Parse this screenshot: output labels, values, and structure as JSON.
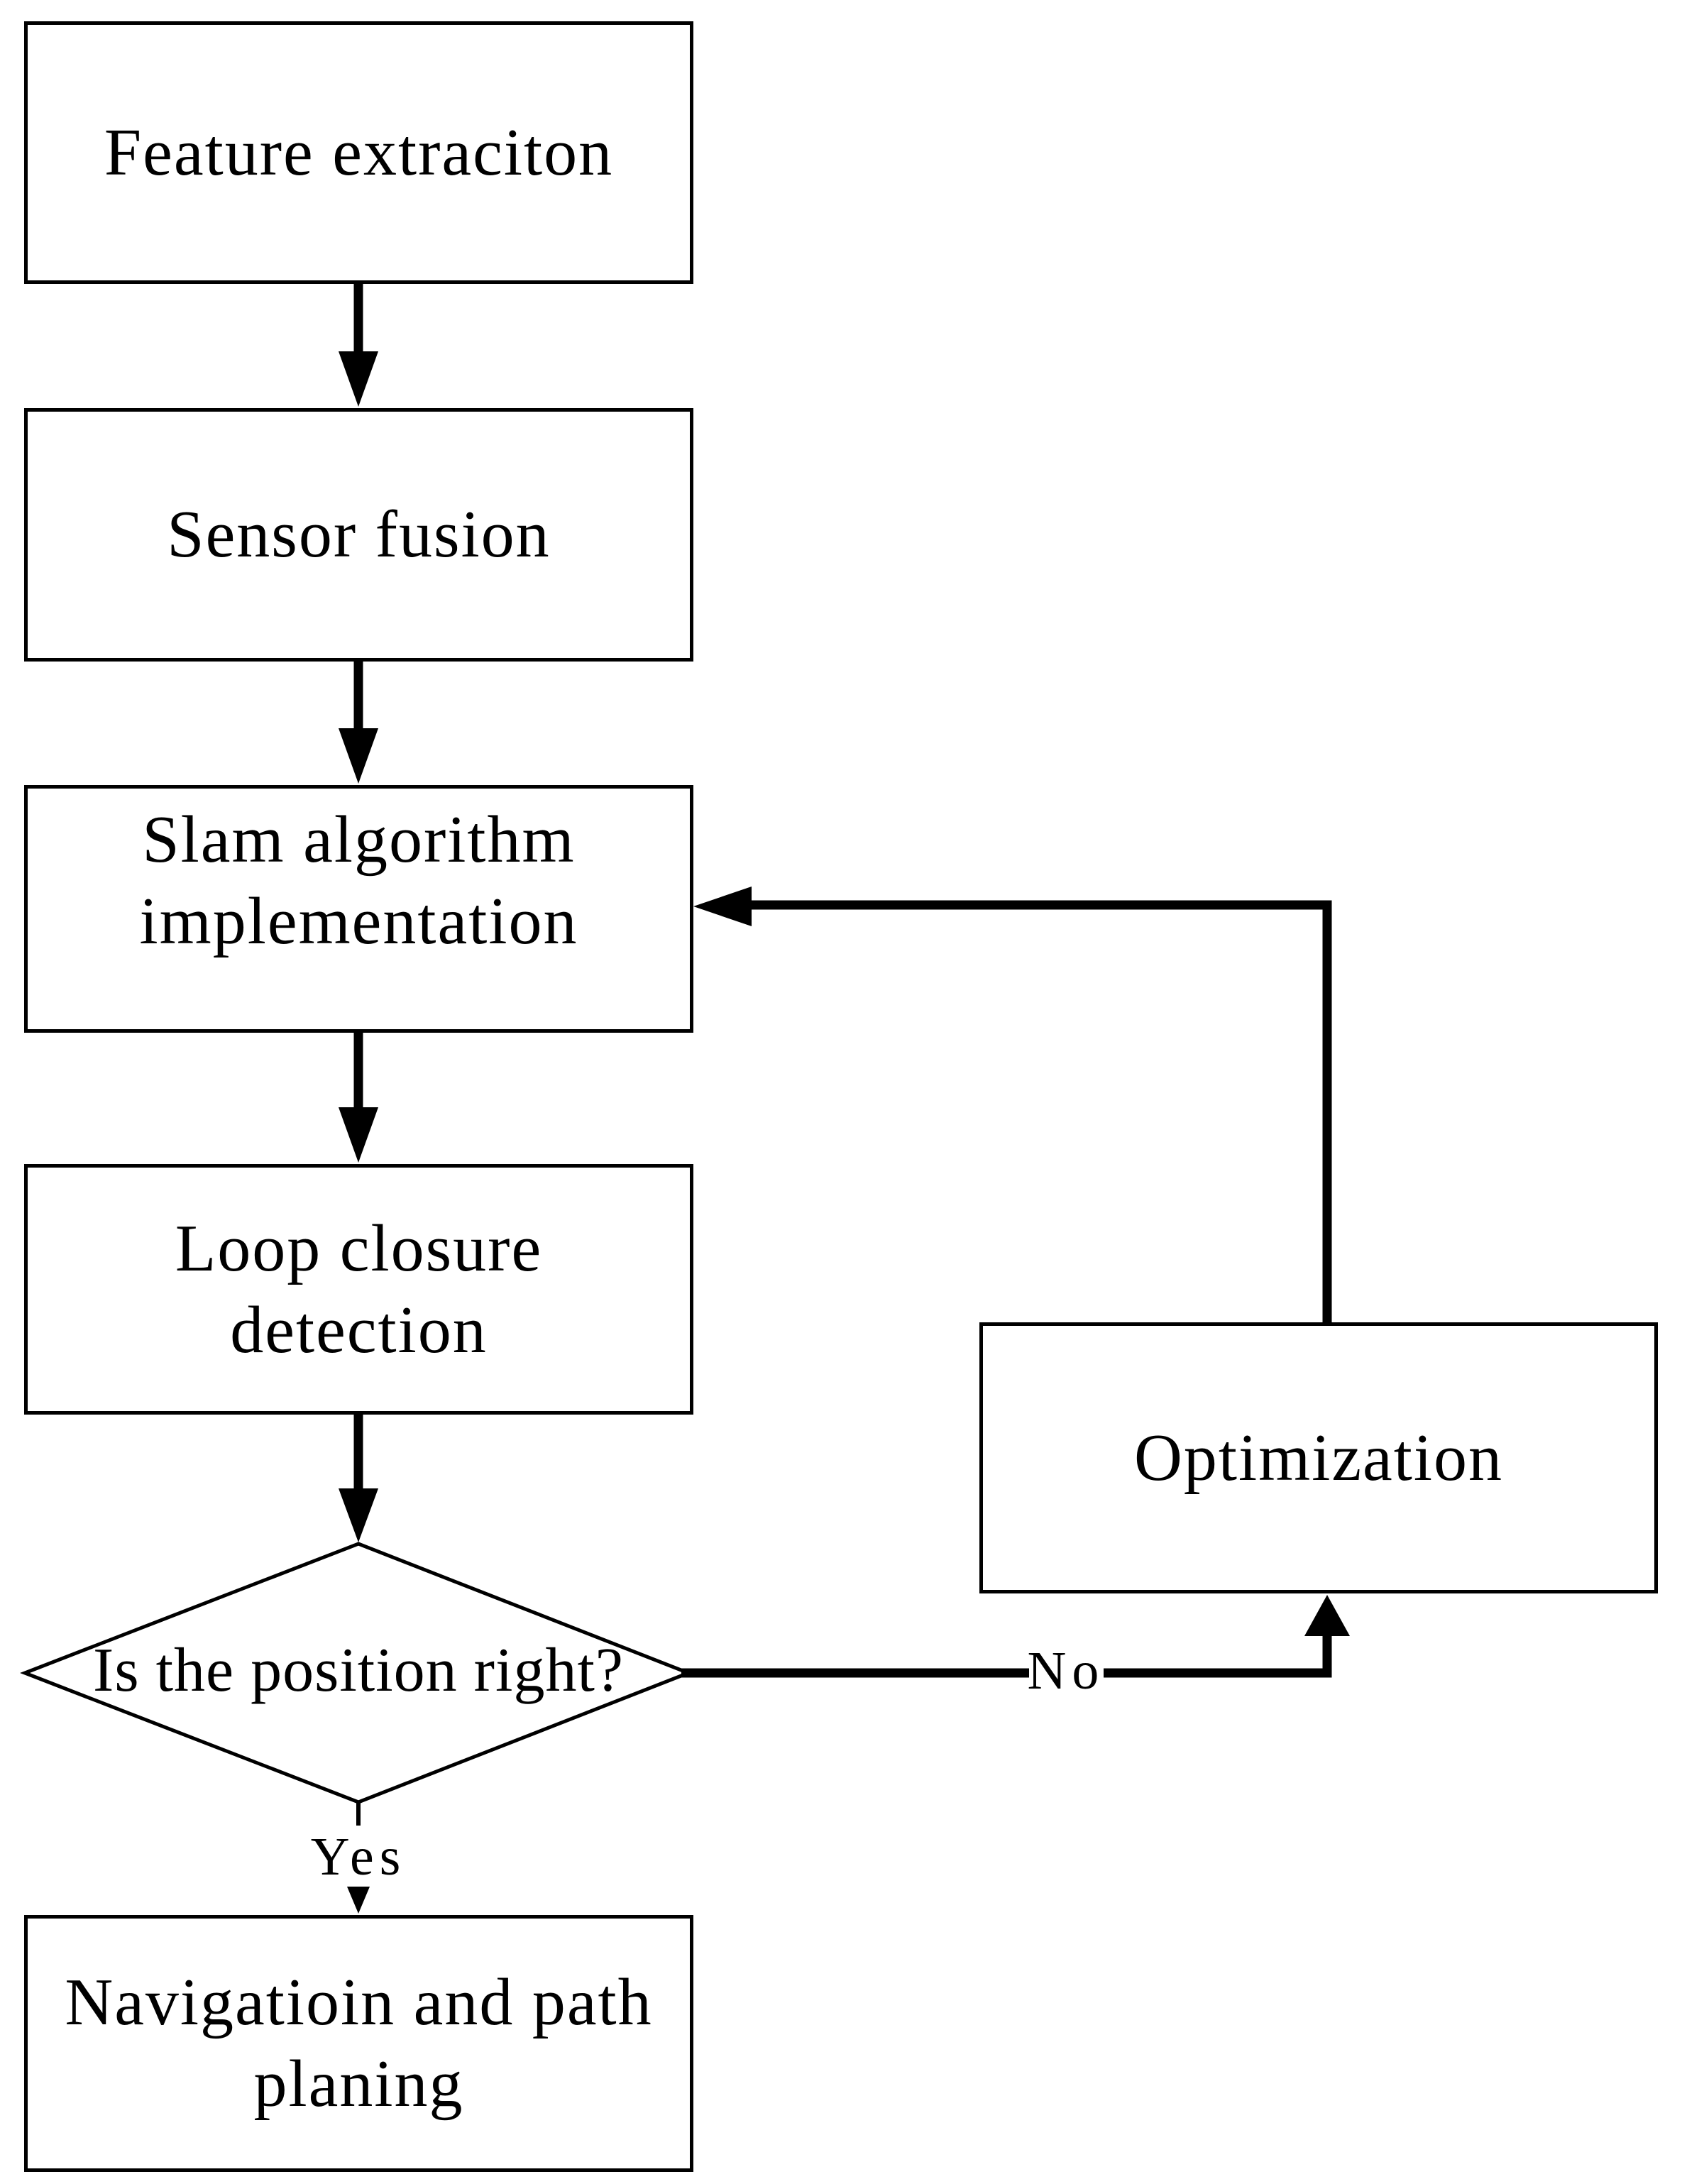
{
  "flowchart": {
    "colors": {
      "line": "#000000",
      "background": "#ffffff",
      "box_fill": "#ffffff",
      "text": "#000000"
    },
    "boxes": {
      "feature": {
        "label": "Feature extraciton"
      },
      "sensor": {
        "label": "Sensor fusion"
      },
      "slam": {
        "line1": "Slam algorithm",
        "line2": "implementation"
      },
      "loop_closure": {
        "line1": "Loop closure",
        "line2": "detection"
      },
      "navigation": {
        "line1": "Navigatioin and path",
        "line2": "planing"
      },
      "optimization": {
        "label": "Optimization"
      }
    },
    "decision": {
      "label": "Is the position right?"
    },
    "edge_labels": {
      "yes": "Yes",
      "no": "No"
    }
  }
}
